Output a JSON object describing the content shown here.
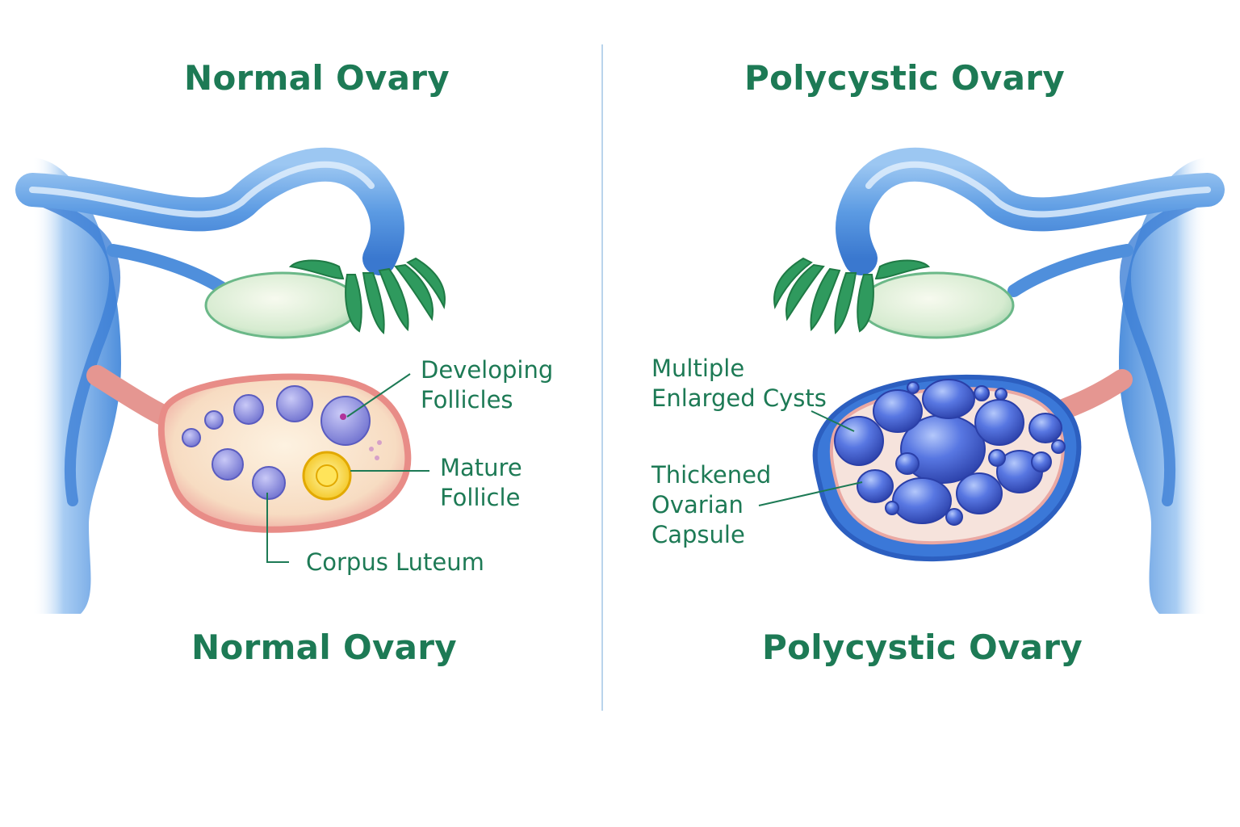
{
  "normal": {
    "title_top": "Normal Ovary",
    "title_bottom": "Normal Ovary",
    "labels": {
      "developing_follicles": [
        "Developing",
        "Follicles"
      ],
      "mature_follicle": [
        "Mature",
        "Follicle"
      ],
      "corpus_luteum": "Corpus Luteum"
    }
  },
  "polycystic": {
    "title_top": "Polycystic Ovary",
    "title_bottom": "Polycystic Ovary",
    "labels": {
      "multiple_cysts": [
        "Multiple",
        "Enlarged Cysts"
      ],
      "capsule": [
        "Thickened",
        "Ovarian",
        "Capsule"
      ]
    }
  },
  "colors": {
    "text_green": "#1d7a55",
    "tube_blue": "#4f8fdc",
    "fimbriae_green": "#2f9a5e",
    "ovary_pink": "#f0a8a0",
    "cyst_blue": "#3f63d6"
  }
}
